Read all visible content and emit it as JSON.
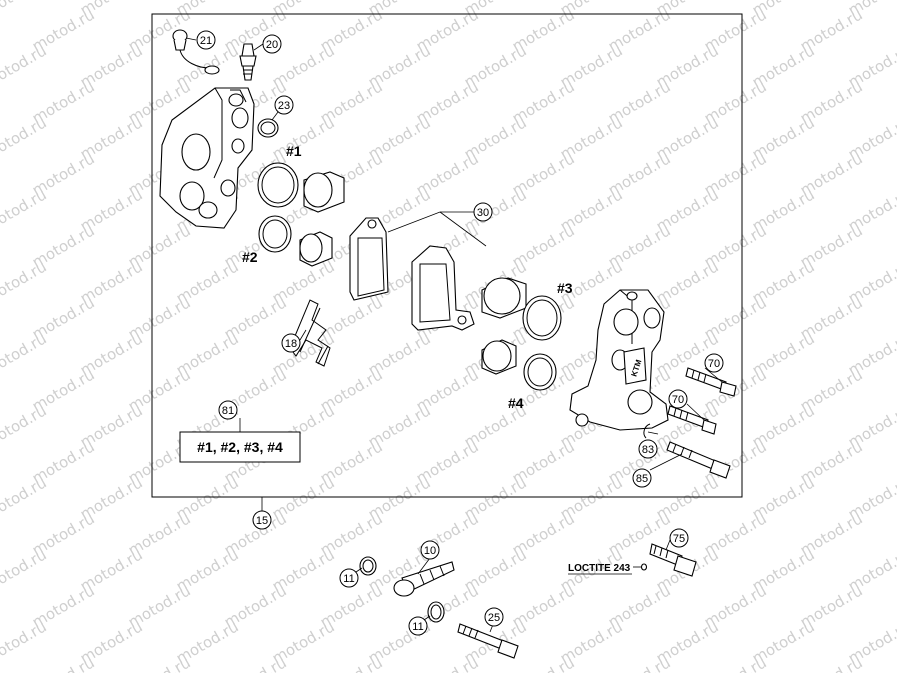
{
  "watermark": "motod.ru",
  "callouts": {
    "c21": "21",
    "c20": "20",
    "c23": "23",
    "c30": "30",
    "c18": "18",
    "c81": "81",
    "c70a": "70",
    "c70b": "70",
    "c83": "83",
    "c85": "85",
    "c15": "15",
    "c10": "10",
    "c11a": "11",
    "c11b": "11",
    "c25": "25",
    "c75": "75"
  },
  "tags": {
    "t1": "#1",
    "t2": "#2",
    "t3": "#3",
    "t4": "#4"
  },
  "group_label": "#1, #2, #3, #4",
  "loctite_label": "LOCTITE 243",
  "logo_text": "KTM"
}
